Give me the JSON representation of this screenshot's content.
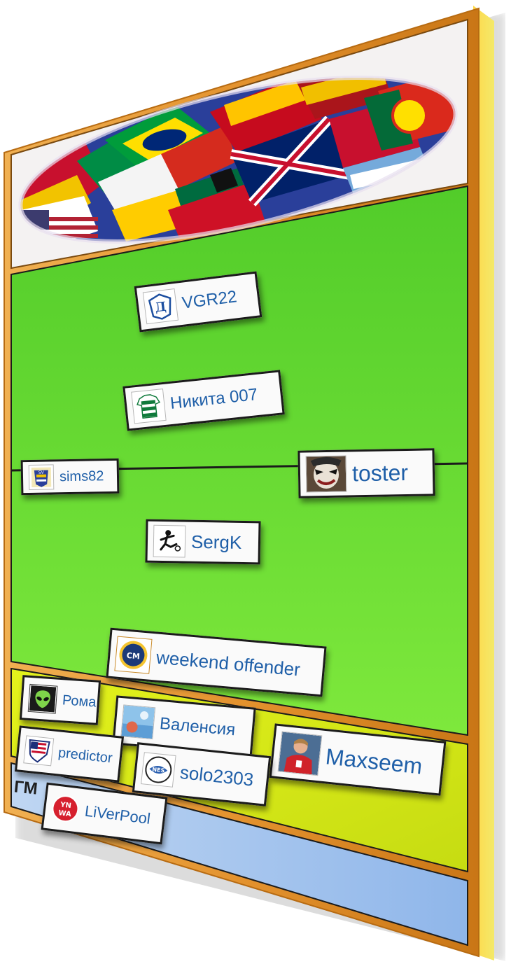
{
  "board": {
    "colors": {
      "frame": "#e69a3a",
      "field": "#55cf2c",
      "bench": "#dcf01a",
      "reserve": "#a7c6ee",
      "line": "#1b1b1b",
      "name": "#1f5fa8"
    },
    "banner_icon": "football-flags-banner"
  },
  "field_players": [
    {
      "name": "VGR22",
      "icon": "dynamo-crest-icon"
    },
    {
      "name": "Никита 007",
      "icon": "striped-jersey-icon"
    },
    {
      "name": "sims82",
      "icon": "club-crest-icon"
    },
    {
      "name": "toster",
      "icon": "joker-face-icon"
    },
    {
      "name": "SergK",
      "icon": "kicking-player-icon"
    },
    {
      "name": "weekend offender",
      "icon": "round-emblem-icon"
    }
  ],
  "bench_players": [
    {
      "name": "Рома",
      "icon": "alien-icon"
    },
    {
      "name": "Валенсия",
      "icon": "sky-photo-icon"
    },
    {
      "name": "Maxseem",
      "icon": "red-player-photo-icon"
    },
    {
      "name": "predictor",
      "icon": "flag-shield-icon"
    },
    {
      "name": "solo2303",
      "icon": "round-logo-icon"
    }
  ],
  "manager": {
    "label": "ГМ",
    "name": "LiVerPool",
    "icon": "ynwa-badge-icon",
    "badge_top": "YN",
    "badge_bottom": "WA"
  }
}
